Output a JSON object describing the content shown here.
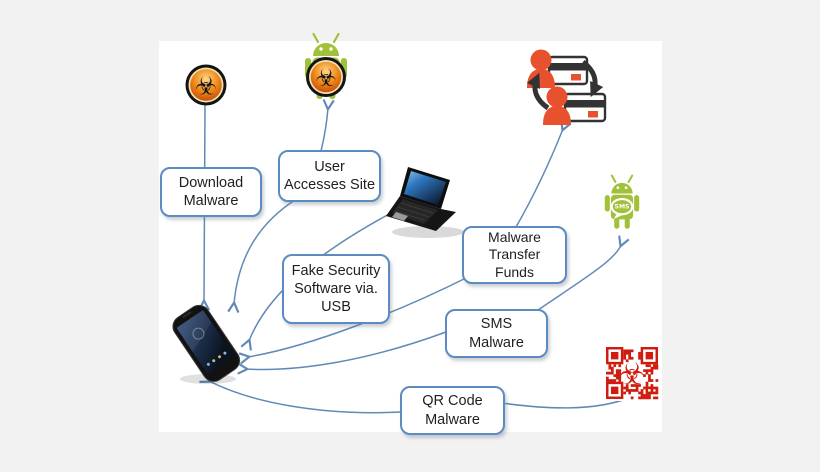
{
  "diagram": {
    "colors": {
      "page_bg": "#f2f2f3",
      "panel_bg": "#ffffff",
      "arrow": "#6189b8",
      "box_border": "#5b8bc0",
      "box_fill": "#ffffff",
      "box_text": "#1f1f1f",
      "android_green": "#a0c139",
      "biohazard_orange": "#ec7a12",
      "biohazard_symbol": "#161616",
      "qr_red": "#cf1c0e",
      "person_orange": "#e8512e",
      "card_dark": "#333333"
    },
    "boxes": [
      {
        "id": "download-malware",
        "lines": [
          "Download",
          "Malware"
        ]
      },
      {
        "id": "user-accesses-site",
        "lines": [
          "User",
          "Accesses Site"
        ]
      },
      {
        "id": "fake-security-usb",
        "lines": [
          "Fake Security",
          "Software via.",
          "USB"
        ]
      },
      {
        "id": "malware-transfer-funds",
        "lines": [
          "Malware",
          "Transfer",
          "Funds"
        ]
      },
      {
        "id": "sms-malware",
        "lines": [
          "SMS",
          "Malware"
        ]
      },
      {
        "id": "qr-code-malware",
        "lines": [
          "QR Code",
          "Malware"
        ]
      }
    ],
    "icons": {
      "biohazard_glyph": "☣",
      "sms_text": "SMS",
      "names": [
        "biohazard-icon",
        "android-malware-icon",
        "money-transfer-icon",
        "android-sms-icon",
        "laptop-icon",
        "smartphone-icon",
        "qr-code-icon"
      ]
    }
  }
}
